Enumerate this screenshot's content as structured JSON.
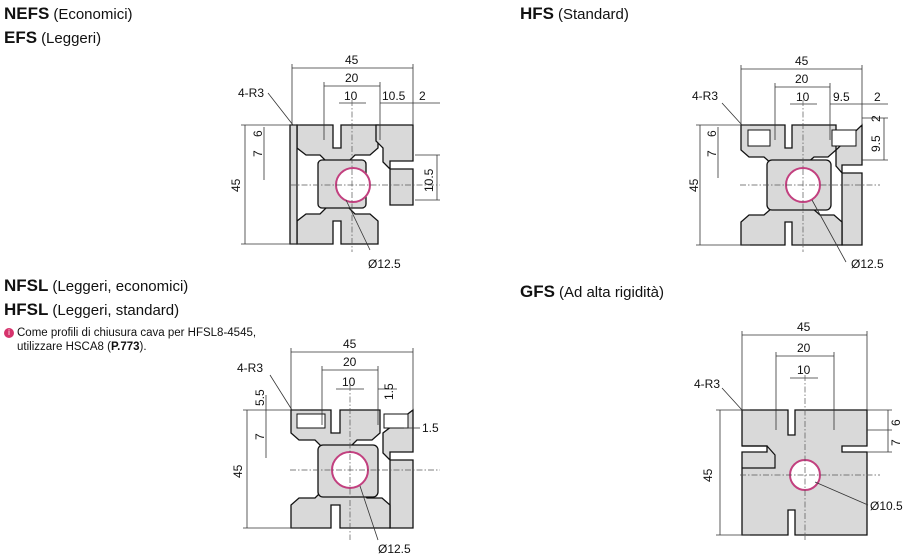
{
  "sections": {
    "nefs": {
      "code": "NEFS",
      "desc": "(Economici)"
    },
    "efs": {
      "code": "EFS",
      "desc": "(Leggeri)"
    },
    "hfs": {
      "code": "HFS",
      "desc": "(Standard)"
    },
    "nfsl": {
      "code": "NFSL",
      "desc": "(Leggeri, economici)"
    },
    "hfsl": {
      "code": "HFSL",
      "desc": "(Leggeri, standard)"
    },
    "gfs": {
      "code": "GFS",
      "desc": "(Ad alta rigidità)"
    }
  },
  "note": {
    "icon": "pin-icon",
    "line1": "Come profili di chiusura cava per HFSL8-4545,",
    "line2_pre": "utilizzare HSCA8 (",
    "line2_ref": "P.773",
    "line2_post": ")."
  },
  "figures": {
    "nefs": {
      "w": "45",
      "slot": "20",
      "gap": "10",
      "a": "10.5",
      "b": "2",
      "r": "4-R3",
      "v1": "6",
      "v2": "7",
      "h": "45",
      "side": "10.5",
      "bore": "Ø12.5"
    },
    "hfs": {
      "w": "45",
      "slot": "20",
      "gap": "10",
      "a": "9.5",
      "b": "2",
      "r": "4-R3",
      "v1": "6",
      "v2": "7",
      "h": "45",
      "s1": "2",
      "s2": "9.5",
      "bore": "Ø12.5"
    },
    "nfsl": {
      "w": "45",
      "slot": "20",
      "gap": "10",
      "a": "1.5",
      "b": "1.5",
      "r": "4-R3",
      "v1": "5.5",
      "v2": "7",
      "h": "45",
      "bore": "Ø12.5"
    },
    "gfs": {
      "w": "45",
      "slot": "20",
      "gap": "10",
      "r": "4-R3",
      "v1": "6",
      "v2": "7",
      "h": "45",
      "bore": "Ø10.5"
    }
  },
  "colors": {
    "profile_fill": "#d9d9d9",
    "bore_accent": "#c2407f",
    "note_icon": "#d6336c"
  }
}
